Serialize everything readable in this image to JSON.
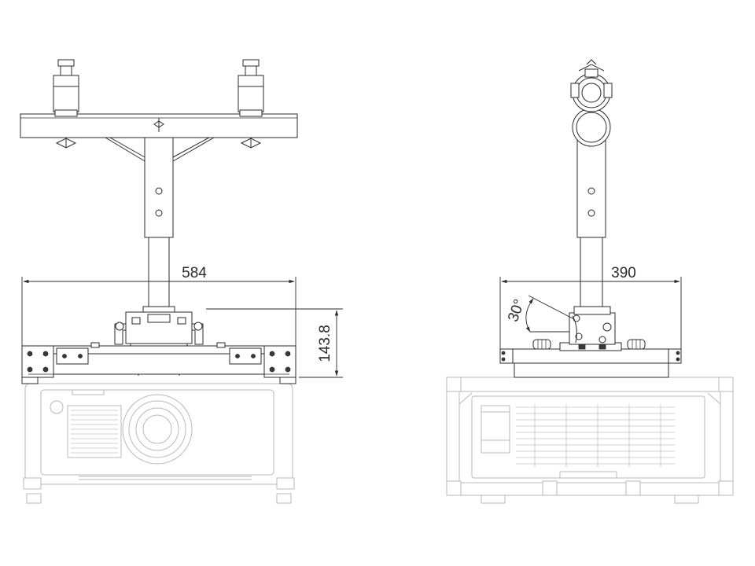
{
  "dimensions": {
    "front_width": "584",
    "front_height": "143.8",
    "side_width": "390",
    "side_angle": "30°"
  },
  "colors": {
    "line": "#2b2b2b",
    "ghost_line": "#b9b9b9",
    "background": "#ffffff"
  }
}
